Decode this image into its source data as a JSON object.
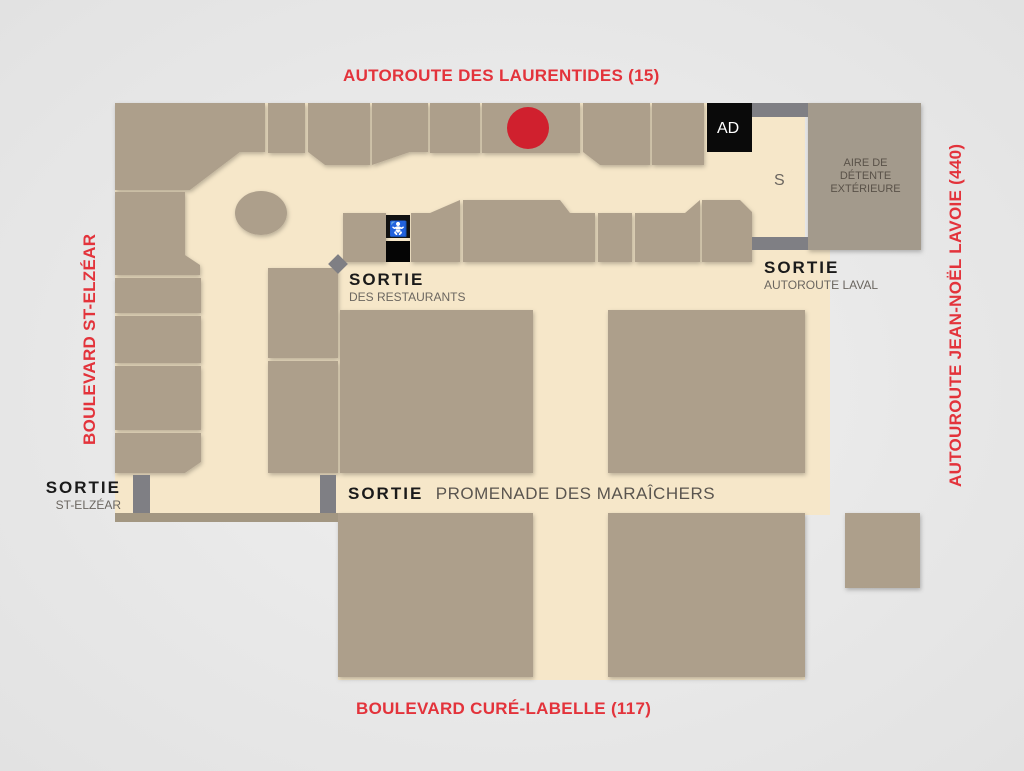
{
  "roads": {
    "north": "AUTOROUTE DES LAURENTIDES  (15)",
    "south": "BOULEVARD CURÉ-LABELLE  (117)",
    "west": "BOULEVARD ST-ELZÉAR",
    "east": "AUTOUROUTE JEAN-NOËL LAVOIE  (440)"
  },
  "exits": [
    {
      "title": "SORTIE",
      "subtitle": "DES RESTAURANTS"
    },
    {
      "title": "SORTIE",
      "subtitle": "AUTOROUTE LAVAL"
    },
    {
      "title": "SORTIE",
      "subtitle": "ST-ELZÉAR"
    },
    {
      "title": "SORTIE",
      "subtitle": "PROMENADE DES MARAÎCHERS"
    }
  ],
  "areas": {
    "ad_label": "AD",
    "s_label": "S",
    "outdoor_lounge": "AIRE DE DÉTENTE EXTÉRIEURE"
  },
  "markers": {
    "current_location_color": "#d0202e"
  },
  "colors": {
    "road": "#e3333b",
    "store": "#ad9f8b",
    "corridor": "#f6e7c9",
    "exit": "#7f7f84"
  }
}
